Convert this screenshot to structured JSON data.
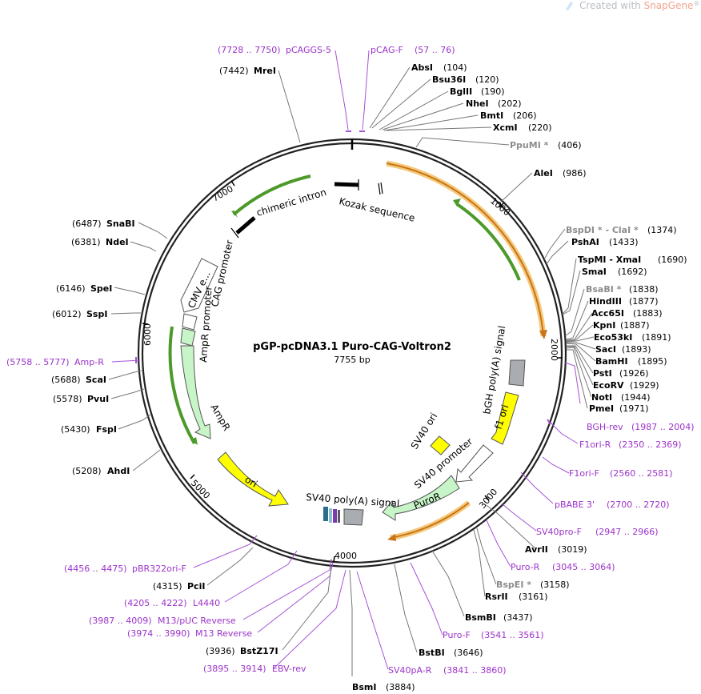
{
  "credit": {
    "prefix": "Created with ",
    "brand": "SnapGene",
    "mark": "®"
  },
  "map": {
    "name": "pGP-pcDNA3.1 Puro-CAG-Voltron2",
    "length_label": "7755 bp",
    "ticks": [
      "1000",
      "2000",
      "3000",
      "4000",
      "5000",
      "6000",
      "7000"
    ]
  },
  "features": [
    {
      "key": "chimeric_intron",
      "label": "chimeric intron"
    },
    {
      "key": "kozak",
      "label": "Kozak sequence"
    },
    {
      "key": "cmv",
      "label": "CMV e..."
    },
    {
      "key": "cag",
      "label": "CAG promoter"
    },
    {
      "key": "ampr_promoter",
      "label": "AmpR promoter"
    },
    {
      "key": "ampr",
      "label": "AmpR"
    },
    {
      "key": "ori",
      "label": "ori"
    },
    {
      "key": "bgh",
      "label": "bGH poly(A) signal"
    },
    {
      "key": "f1ori",
      "label": "f1 ori"
    },
    {
      "key": "sv40ori",
      "label": "SV40 ori"
    },
    {
      "key": "sv40promoter",
      "label": "SV40 promoter"
    },
    {
      "key": "puror",
      "label": "PuroR"
    },
    {
      "key": "sv40polya",
      "label": "SV40 poly(A) signal"
    }
  ],
  "enzymes": [
    {
      "name": "AbsI",
      "pos": "(104)"
    },
    {
      "name": "Bsu36I",
      "pos": "(120)"
    },
    {
      "name": "BglII",
      "pos": "(190)"
    },
    {
      "name": "NheI",
      "pos": "(202)"
    },
    {
      "name": "BmtI",
      "pos": "(206)"
    },
    {
      "name": "XcmI",
      "pos": "(220)"
    },
    {
      "name": "PpuMI *",
      "pos": "(406)"
    },
    {
      "name": "AleI",
      "pos": "(986)"
    },
    {
      "name": "BspDI * - ClaI *",
      "pos": "(1374)"
    },
    {
      "name": "PshAI",
      "pos": "(1433)"
    },
    {
      "name": "TspMI  - XmaI",
      "pos": "(1690)"
    },
    {
      "name": "SmaI",
      "pos": "(1692)"
    },
    {
      "name": "BsaBI *",
      "pos": "(1838)"
    },
    {
      "name": "HindIII",
      "pos": "(1877)"
    },
    {
      "name": "Acc65I",
      "pos": "(1883)"
    },
    {
      "name": "KpnI",
      "pos": "(1887)"
    },
    {
      "name": "Eco53kI",
      "pos": "(1891)"
    },
    {
      "name": "SacI",
      "pos": "(1893)"
    },
    {
      "name": "BamHI",
      "pos": "(1895)"
    },
    {
      "name": "PstI",
      "pos": "(1926)"
    },
    {
      "name": "EcoRV",
      "pos": "(1929)"
    },
    {
      "name": "NotI",
      "pos": "(1944)"
    },
    {
      "name": "PmeI",
      "pos": "(1971)"
    },
    {
      "name": "AvrII",
      "pos": "(3019)"
    },
    {
      "name": "BspEI *",
      "pos": "(3158)"
    },
    {
      "name": "RsrII",
      "pos": "(3161)"
    },
    {
      "name": "BsmBI",
      "pos": "(3437)"
    },
    {
      "name": "BstBI",
      "pos": "(3646)"
    },
    {
      "name": "BsmI",
      "pos": "(3884)"
    },
    {
      "name": "BstZ17I",
      "pos": "(3936)"
    },
    {
      "name": "PciI",
      "pos": "(4315)"
    },
    {
      "name": "AhdI",
      "pos": "(5208)"
    },
    {
      "name": "FspI",
      "pos": "(5430)"
    },
    {
      "name": "PvuI",
      "pos": "(5578)"
    },
    {
      "name": "ScaI",
      "pos": "(5688)"
    },
    {
      "name": "SspI",
      "pos": "(6012)"
    },
    {
      "name": "SpeI",
      "pos": "(6146)"
    },
    {
      "name": "NdeI",
      "pos": "(6381)"
    },
    {
      "name": "SnaBI",
      "pos": "(6487)"
    },
    {
      "name": "MreI",
      "pos": "(7442)"
    }
  ],
  "primers": [
    {
      "name": "pCAGGS-5",
      "range": "(7728 .. 7750)"
    },
    {
      "name": "pCAG-F",
      "range": "(57 .. 76)"
    },
    {
      "name": "BGH-rev",
      "range": "(1987 .. 2004)"
    },
    {
      "name": "F1ori-R",
      "range": "(2350 .. 2369)"
    },
    {
      "name": "F1ori-F",
      "range": "(2560 .. 2581)"
    },
    {
      "name": "pBABE 3'",
      "range": "(2700 .. 2720)"
    },
    {
      "name": "SV40pro-F",
      "range": "(2947 .. 2966)"
    },
    {
      "name": "Puro-R",
      "range": "(3045 .. 3064)"
    },
    {
      "name": "Puro-F",
      "range": "(3541 .. 3561)"
    },
    {
      "name": "SV40pA-R",
      "range": "(3841 .. 3860)"
    },
    {
      "name": "EBV-rev",
      "range": "(3895 .. 3914)"
    },
    {
      "name": "M13 Reverse",
      "range": "(3974 .. 3990)"
    },
    {
      "name": "M13/pUC Reverse",
      "range": "(3987 .. 4009)"
    },
    {
      "name": "L4440",
      "range": "(4205 .. 4222)"
    },
    {
      "name": "pBR322ori-F",
      "range": "(4456 .. 4475)"
    },
    {
      "name": "Amp-R",
      "range": "(5758 .. 5777)"
    }
  ]
}
